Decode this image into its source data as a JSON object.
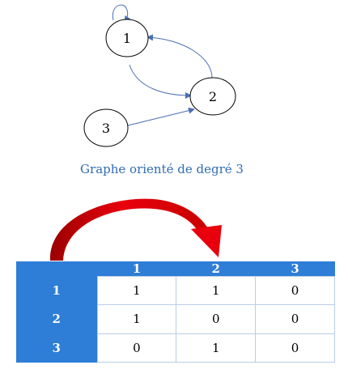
{
  "graph": {
    "nodes": [
      "1",
      "2",
      "3"
    ],
    "edges": [
      [
        "1",
        "1"
      ],
      [
        "1",
        "2"
      ],
      [
        "2",
        "1"
      ],
      [
        "3",
        "2"
      ]
    ],
    "caption": "Graphe orienté de degré 3"
  },
  "matrix": {
    "headers": [
      "",
      "1",
      "2",
      "3"
    ],
    "rows": [
      {
        "label": "1",
        "values": [
          "1",
          "1",
          "0"
        ]
      },
      {
        "label": "2",
        "values": [
          "1",
          "0",
          "0"
        ]
      },
      {
        "label": "3",
        "values": [
          "0",
          "1",
          "0"
        ]
      }
    ]
  },
  "colors": {
    "edge": "#4a6fb5",
    "caption": "#2f6db5",
    "table_header": "#2e7dd6",
    "arrow": "#e8000d"
  }
}
